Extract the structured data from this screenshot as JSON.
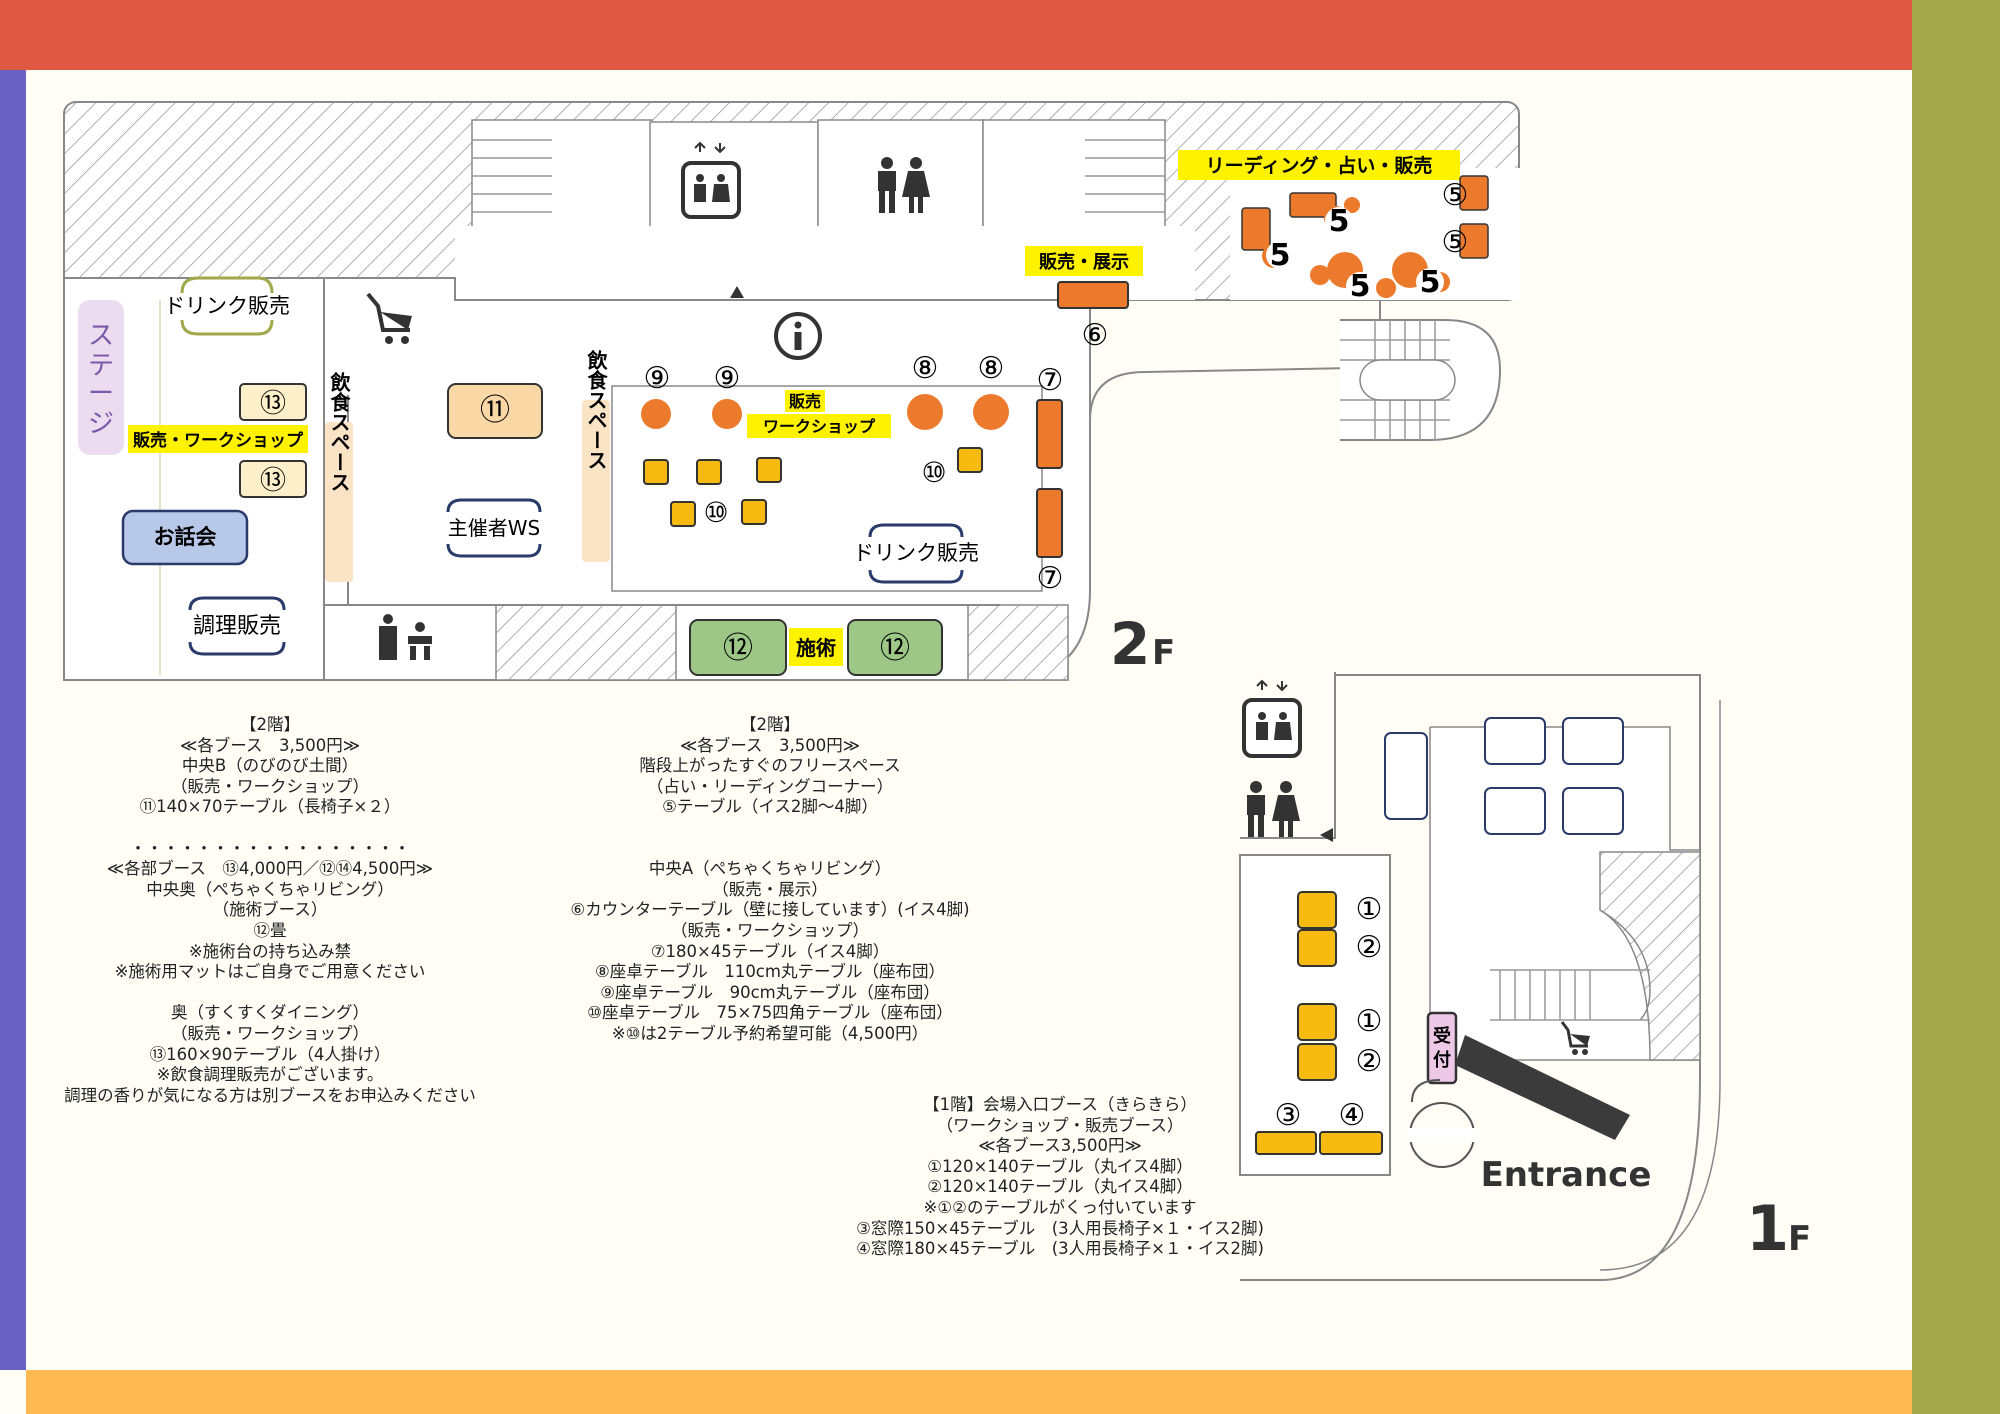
{
  "colors": {
    "top_band": "#e05a43",
    "left_band": "#6a62c2",
    "right_band": "#a3a84a",
    "bottom_band": "#fdb851",
    "booth_orange": "#ec7a2c",
    "booth_yellow": "#f6bb10",
    "label_yellow": "#fff200",
    "green_booth": "#9cc786",
    "blue_booth": "#b8c8e8"
  },
  "floor2": {
    "floor_label": "2F",
    "reading_label": "リーディング・占い・販売",
    "sales_exhibit_label": "販売・展示",
    "drink_sales_left": "ドリンク販売",
    "stage_label": "ステージ",
    "sales_workshop_left": "販売・ワークショップ",
    "talk_label": "お話会",
    "cooking_sales_label": "調理販売",
    "food_space_label": "飲食スペース",
    "food_space_label_2": "飲食スペース",
    "organizer_ws_label": "主催者WS",
    "center_sales_label_1": "販売",
    "center_sales_label_2": "ワークショップ",
    "drink_sales_center": "ドリンク販売",
    "treatment_label": "施術",
    "booth5": "⑤",
    "booth6": "⑥",
    "booth7": "⑦",
    "booth8": "⑧",
    "booth9": "⑨",
    "booth10": "⑩",
    "booth11": "⑪",
    "booth12": "⑫",
    "booth13": "⑬",
    "big5": "5"
  },
  "floor1": {
    "floor_label": "1F",
    "entrance_label": "Entrance",
    "reception_label": "受付",
    "booth1": "①",
    "booth2": "②",
    "booth3": "③",
    "booth4": "④"
  },
  "notes_left": "【2階】\n≪各ブース　3,500円≫\n中央B（のびのび土間）\n（販売・ワークショップ）\n⑪140×70テーブル（長椅子×２）\n\n・・・・・・・・・・・・・・・・・\n≪各部ブース　⑬4,000円／⑫⑭4,500円≫\n中央奥（ぺちゃくちゃリビング）\n（施術ブース）\n⑫畳\n※施術台の持ち込み禁\n※施術用マットはご自身でご用意ください\n\n奥（すくすくダイニング）\n（販売・ワークショップ）\n⑬160×90テーブル（4人掛け）\n※飲食調理販売がございます。\n調理の香りが気になる方は別ブースをお申込みください",
  "notes_middle": "【2階】\n≪各ブース　3,500円≫\n階段上がったすぐのフリースペース\n（占い・リーディングコーナー）\n⑤テーブル（イス2脚〜4脚）\n\n\n中央A（ぺちゃくちゃリビング）\n（販売・展示）\n⑥カウンターテーブル（壁に接しています）(イス4脚)\n（販売・ワークショップ）\n⑦180×45テーブル（イス4脚）\n⑧座卓テーブル　110cm丸テーブル（座布団）\n⑨座卓テーブル　90cm丸テーブル（座布団）\n⑩座卓テーブル　75×75四角テーブル（座布団）\n※⑩は2テーブル予約希望可能（4,500円）",
  "notes_right": "【1階】会場入口ブース（きらきら）\n（ワークショップ・販売ブース）\n≪各ブース3,500円≫\n①120×140テーブル（丸イス4脚）\n②120×140テーブル（丸イス4脚）\n※①②のテーブルがくっ付いています\n③窓際150×45テーブル　(3人用長椅子×１・イス2脚)\n④窓際180×45テーブル　(3人用長椅子×１・イス2脚)"
}
